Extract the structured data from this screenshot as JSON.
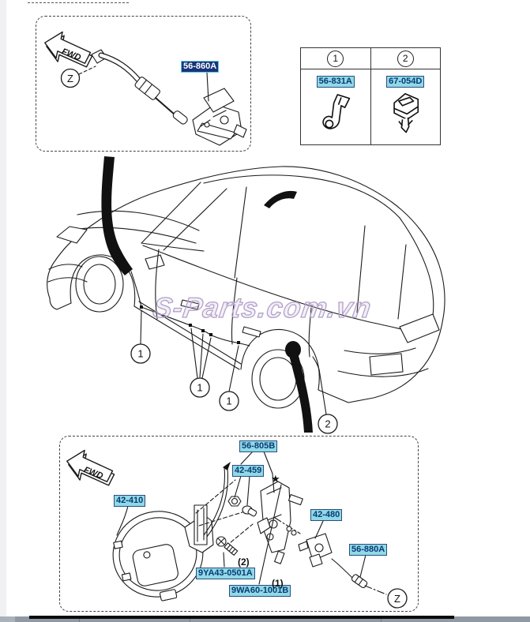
{
  "watermark": {
    "text": "S-Parts.com.vn"
  },
  "top_detail": {
    "fwd": "FWD",
    "view": "Z",
    "part": "56-860A"
  },
  "fastener_table": {
    "items": [
      {
        "callout": "1",
        "part": "56-831A"
      },
      {
        "callout": "2",
        "part": "67-054D"
      }
    ]
  },
  "vehicle": {
    "callouts": [
      "1",
      "1",
      "1",
      "2"
    ]
  },
  "bottom_detail": {
    "fwd": "FWD",
    "view": "Z",
    "star": "★",
    "parts": {
      "lid_opener": "56-805B",
      "spring": "42-459",
      "fuel_lid": "42-410",
      "opener_unit": "42-480",
      "cable_end": "56-880A",
      "screw": "9YA43-0501A",
      "nut": "9WA60-1001B"
    },
    "qty": {
      "q2": "(2)",
      "q1": "(1)"
    }
  },
  "colors": {
    "label_bg": "#8fd9e8",
    "label_text": "#0a3a72",
    "selected_bg": "#16357b",
    "selected_text": "#ffffff",
    "watermark": "#b3a0c8",
    "taskbar": "#8e99a4"
  }
}
